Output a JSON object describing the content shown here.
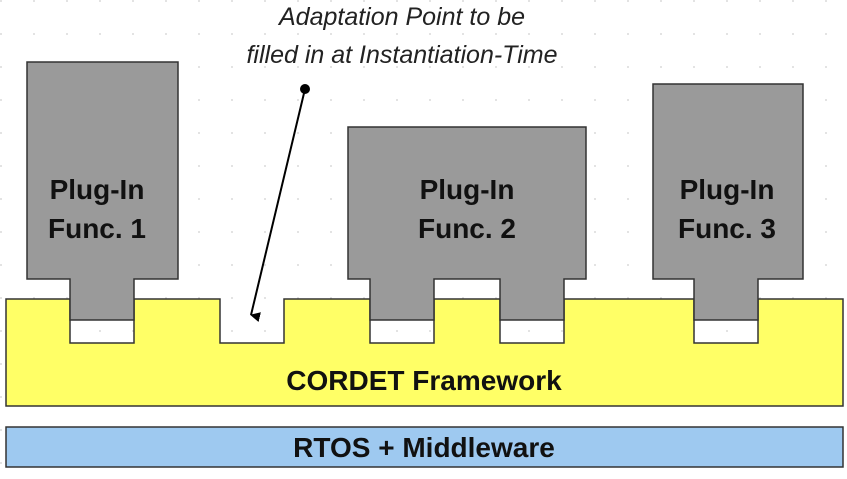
{
  "annotation": {
    "line1": "Adaptation Point to be",
    "line2": "filled in at Instantiation-Time"
  },
  "plugins": [
    {
      "line1": "Plug-In",
      "line2": "Func. 1"
    },
    {
      "line1": "Plug-In",
      "line2": "Func. 2"
    },
    {
      "line1": "Plug-In",
      "line2": "Func. 3"
    }
  ],
  "framework": {
    "label": "CORDET Framework"
  },
  "middleware": {
    "label": "RTOS + Middleware"
  },
  "colors": {
    "plugin_fill": "#9a9a9a",
    "framework_fill": "#ffff66",
    "middleware_fill": "#9ec9f0",
    "stroke": "#333333"
  }
}
